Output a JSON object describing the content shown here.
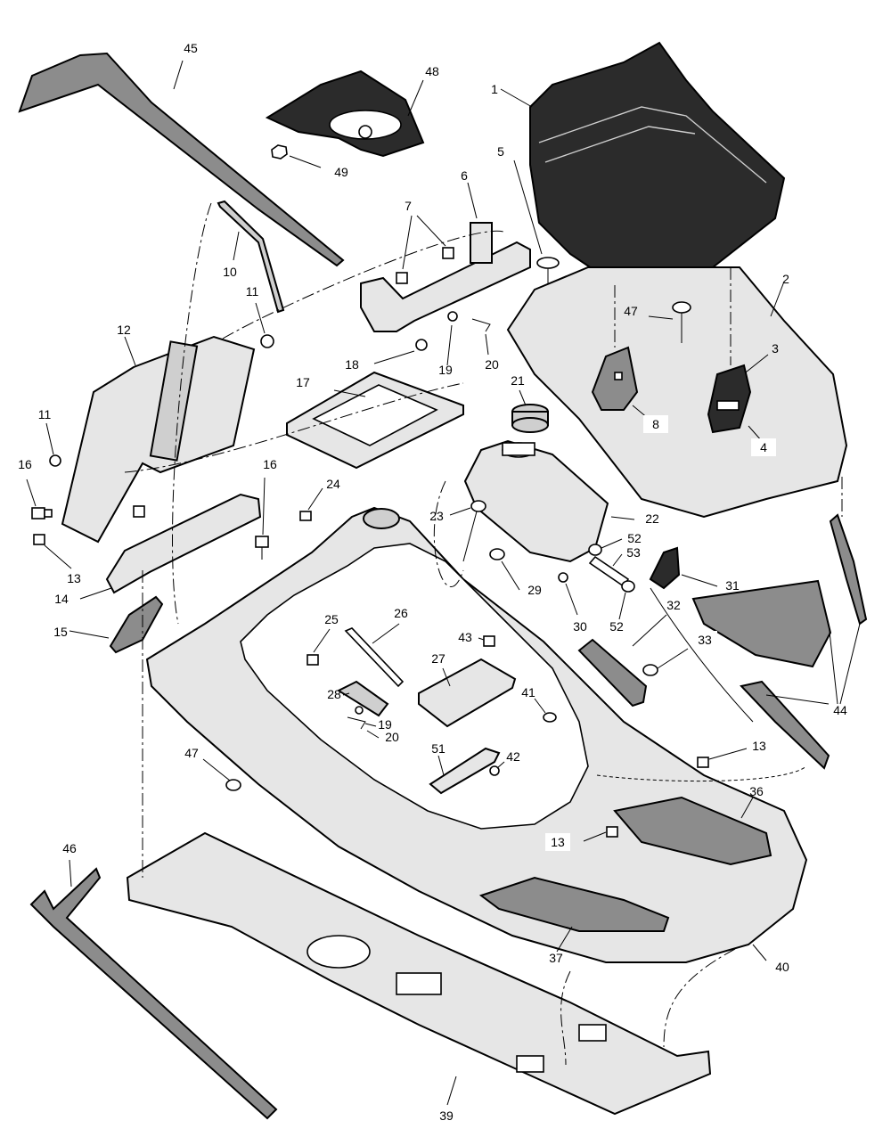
{
  "diagram": {
    "callouts": [
      {
        "id": "c1",
        "text": "1"
      },
      {
        "id": "c2",
        "text": "2"
      },
      {
        "id": "c3",
        "text": "3"
      },
      {
        "id": "c4",
        "text": "4"
      },
      {
        "id": "c5",
        "text": "5"
      },
      {
        "id": "c6",
        "text": "6"
      },
      {
        "id": "c7",
        "text": "7"
      },
      {
        "id": "c8",
        "text": "8"
      },
      {
        "id": "c10",
        "text": "10"
      },
      {
        "id": "c11a",
        "text": "11"
      },
      {
        "id": "c11b",
        "text": "11"
      },
      {
        "id": "c12",
        "text": "12"
      },
      {
        "id": "c13a",
        "text": "13"
      },
      {
        "id": "c13b",
        "text": "13"
      },
      {
        "id": "c13c",
        "text": "13"
      },
      {
        "id": "c14",
        "text": "14"
      },
      {
        "id": "c15",
        "text": "15"
      },
      {
        "id": "c16a",
        "text": "16"
      },
      {
        "id": "c16b",
        "text": "16"
      },
      {
        "id": "c17",
        "text": "17"
      },
      {
        "id": "c18",
        "text": "18"
      },
      {
        "id": "c19a",
        "text": "19"
      },
      {
        "id": "c19b",
        "text": "19"
      },
      {
        "id": "c20a",
        "text": "20"
      },
      {
        "id": "c20b",
        "text": "20"
      },
      {
        "id": "c21",
        "text": "21"
      },
      {
        "id": "c22",
        "text": "22"
      },
      {
        "id": "c23",
        "text": "23"
      },
      {
        "id": "c24",
        "text": "24"
      },
      {
        "id": "c25",
        "text": "25"
      },
      {
        "id": "c26",
        "text": "26"
      },
      {
        "id": "c27",
        "text": "27"
      },
      {
        "id": "c28",
        "text": "28"
      },
      {
        "id": "c29",
        "text": "29"
      },
      {
        "id": "c30",
        "text": "30"
      },
      {
        "id": "c31",
        "text": "31"
      },
      {
        "id": "c32",
        "text": "32"
      },
      {
        "id": "c33",
        "text": "33"
      },
      {
        "id": "c36",
        "text": "36"
      },
      {
        "id": "c37",
        "text": "37"
      },
      {
        "id": "c39",
        "text": "39"
      },
      {
        "id": "c40",
        "text": "40"
      },
      {
        "id": "c41",
        "text": "41"
      },
      {
        "id": "c42",
        "text": "42"
      },
      {
        "id": "c43",
        "text": "43"
      },
      {
        "id": "c44",
        "text": "44"
      },
      {
        "id": "c45",
        "text": "45"
      },
      {
        "id": "c46",
        "text": "46"
      },
      {
        "id": "c47a",
        "text": "47"
      },
      {
        "id": "c47b",
        "text": "47"
      },
      {
        "id": "c48",
        "text": "48"
      },
      {
        "id": "c49",
        "text": "49"
      },
      {
        "id": "c51",
        "text": "51"
      },
      {
        "id": "c52a",
        "text": "52"
      },
      {
        "id": "c52b",
        "text": "52"
      },
      {
        "id": "c53",
        "text": "53"
      }
    ]
  }
}
